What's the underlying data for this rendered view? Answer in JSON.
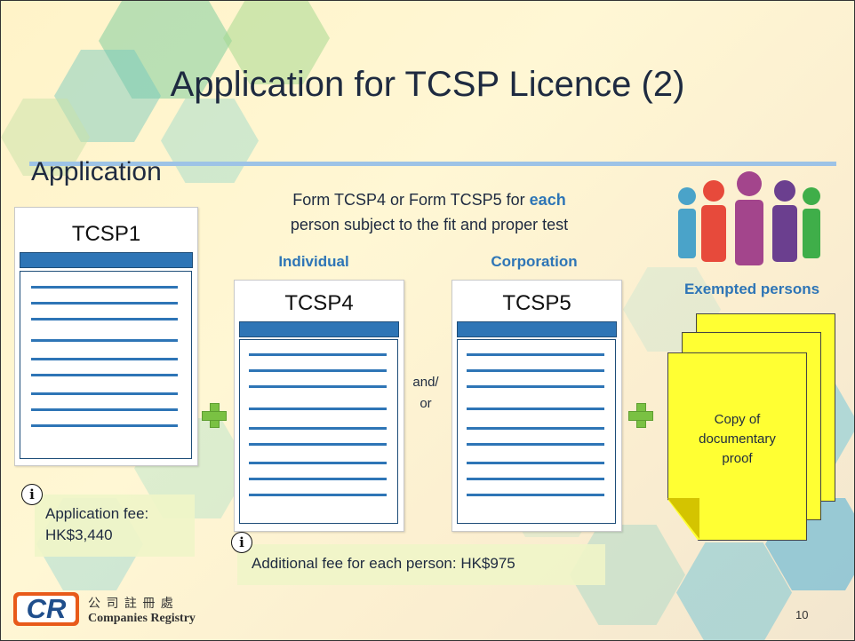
{
  "slide": {
    "title": "Application for TCSP Licence (2)",
    "section_label": "Application",
    "page_number": "10"
  },
  "forms_note": {
    "line1_prefix": "Form TCSP4 or Form TCSP5 for ",
    "line1_emphasis": "each",
    "line2": "person subject to the fit and proper test"
  },
  "forms": {
    "tcsp1": "TCSP1",
    "tcsp4_category": "Individual",
    "tcsp4": "TCSP4",
    "tcsp5_category": "Corporation",
    "tcsp5": "TCSP5",
    "connector_line1": "and/",
    "connector_line2": "or"
  },
  "exempted": {
    "label": "Exempted persons",
    "doc_line1": "Copy of",
    "doc_line2": "documentary",
    "doc_line3": "proof"
  },
  "fees": {
    "application_line1": "Application fee:",
    "application_line2": "HK$3,440",
    "additional": "Additional fee for each person: HK$975"
  },
  "logo": {
    "mark": "CR",
    "chinese": "公 司 註 冊 處",
    "english": "Companies Registry"
  },
  "icons": {
    "info": "information-icon",
    "plus": "plus-icon",
    "people": "people-group-icon"
  },
  "colors": {
    "accent_blue": "#2e75b6",
    "plus_green": "#7ac143",
    "doc_yellow": "#ffff33",
    "logo_orange": "#e85a1a"
  }
}
